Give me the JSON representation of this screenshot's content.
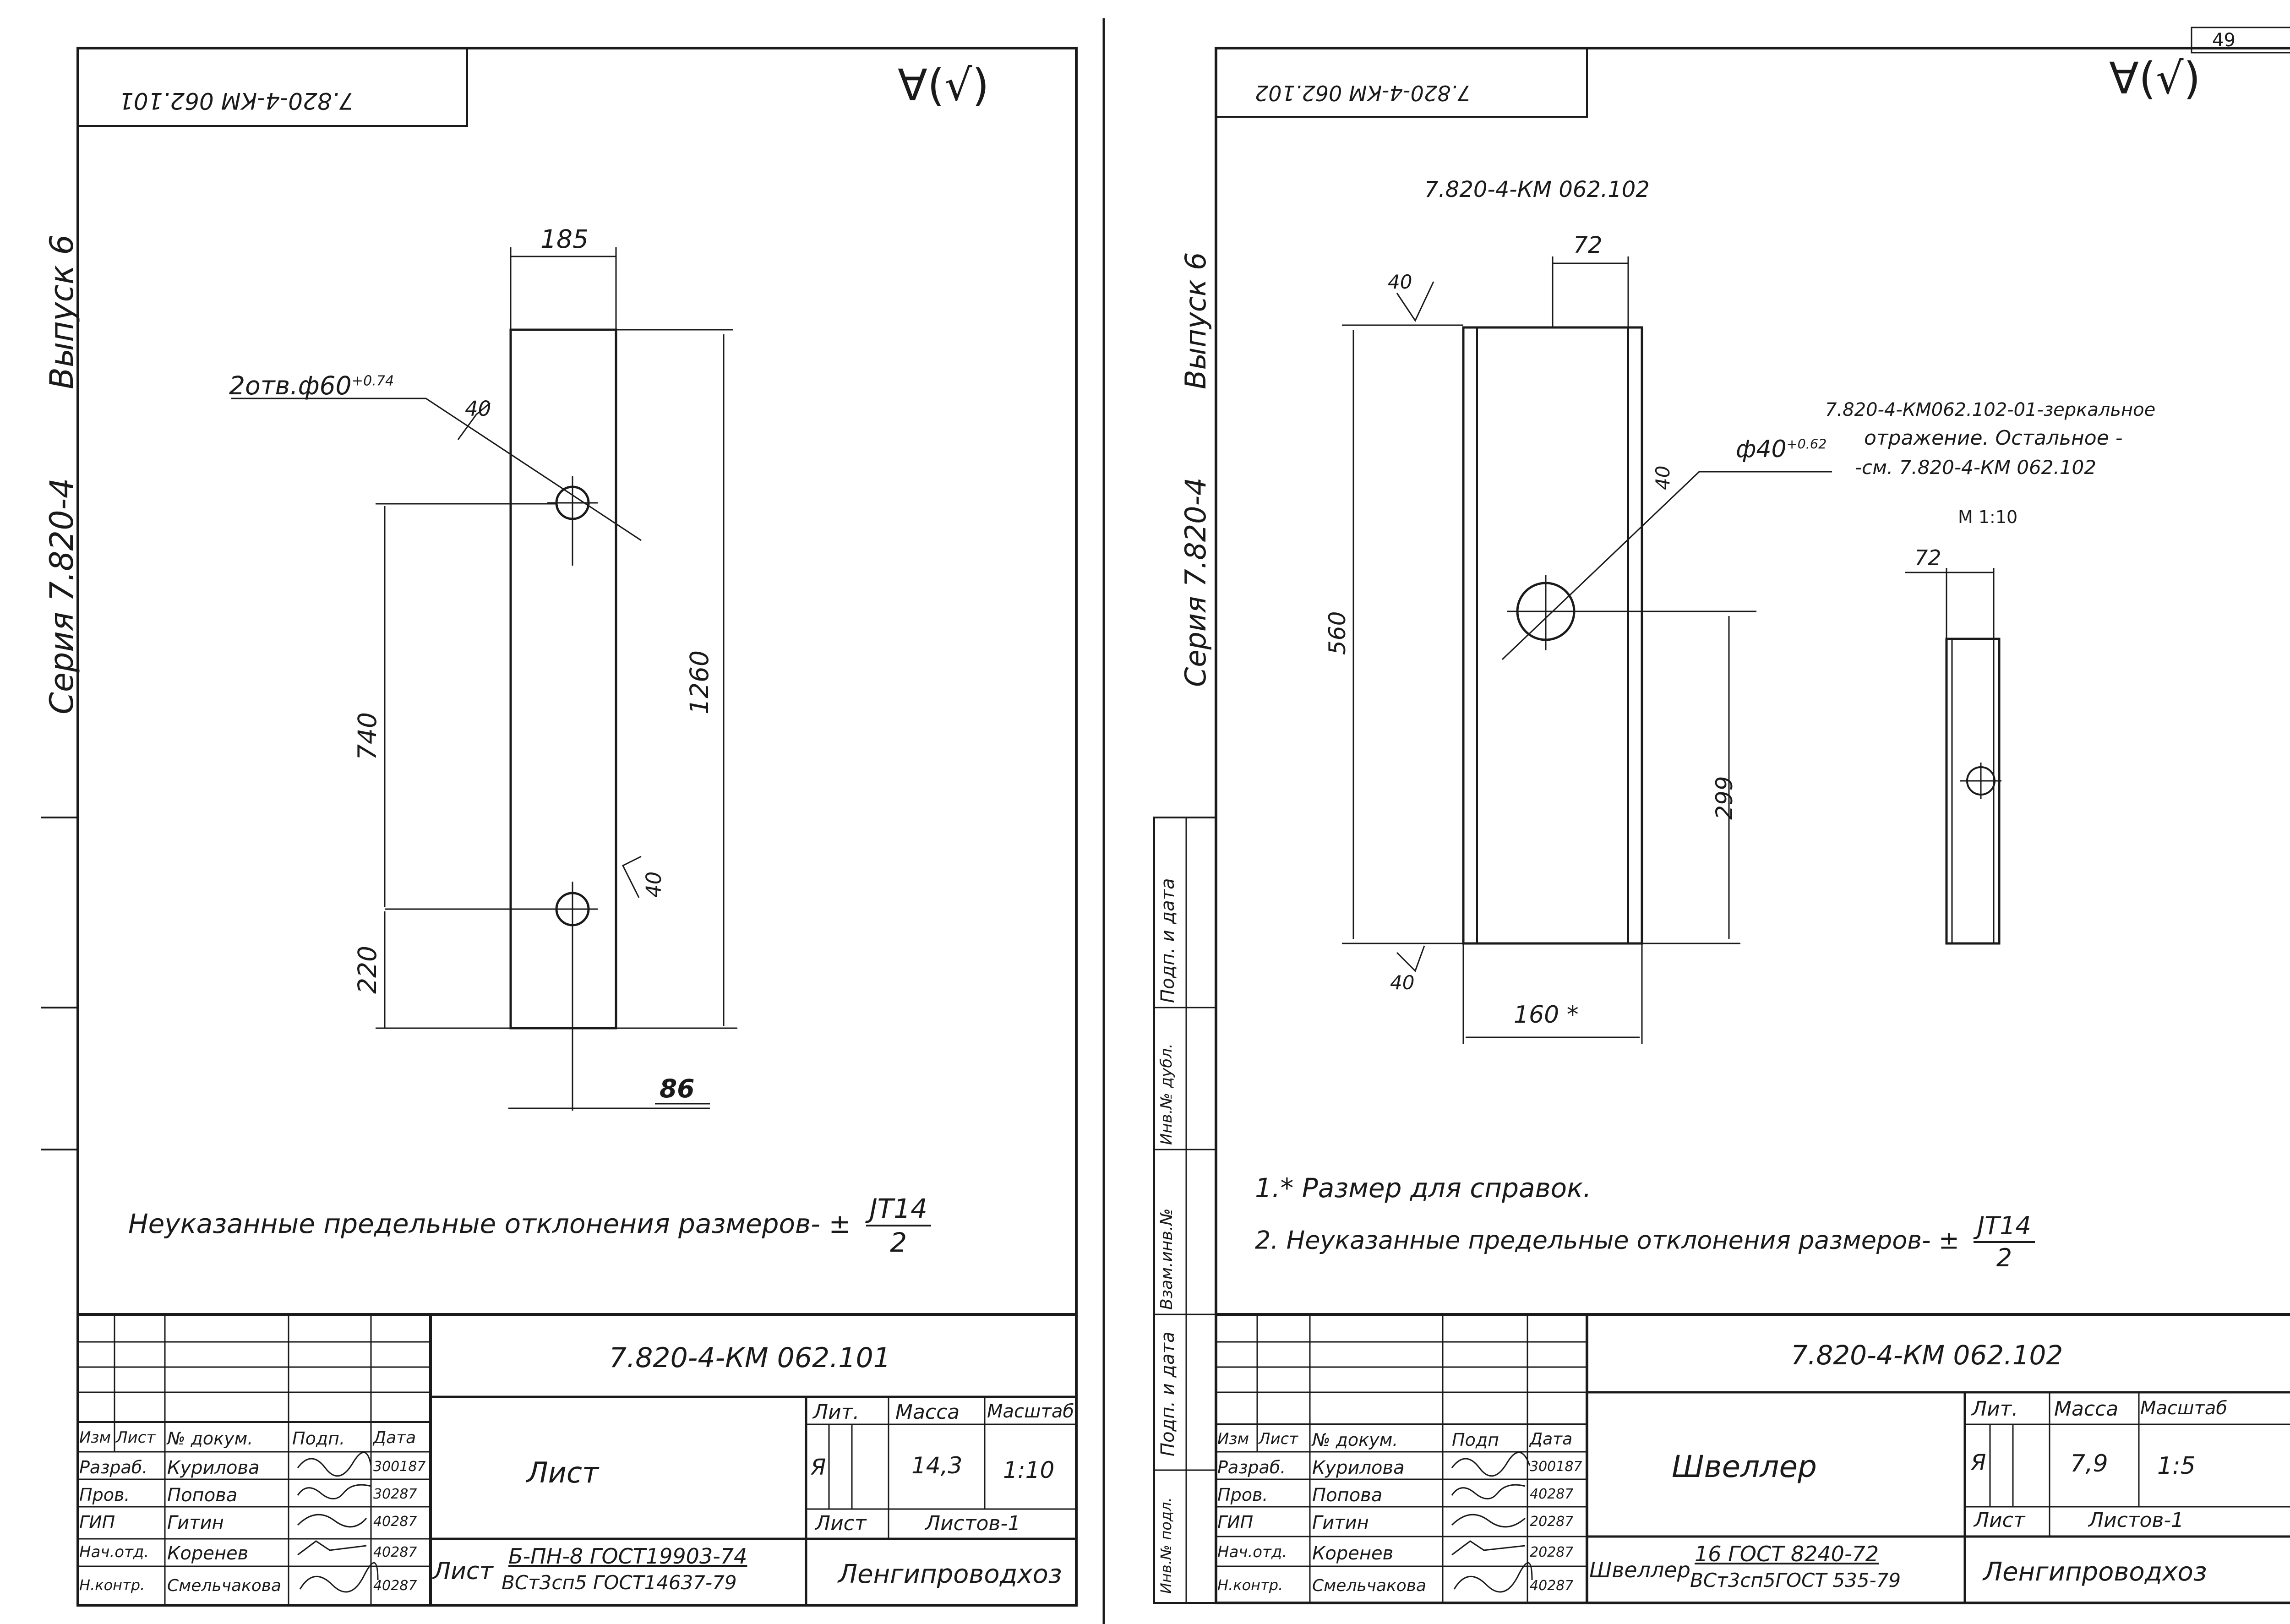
{
  "page_number": "49",
  "sheets": [
    {
      "id": "left",
      "drawing_code": "7.820-4-КМ 062.101",
      "mirrored_code": "7.820-4-КМ 062.101",
      "roughness": "∀(√)",
      "series_label": "Серия  7.820-4",
      "issue_label": "Выпуск 6",
      "dimensions": {
        "width_top": "185",
        "height_total": "1260",
        "hole_pitch": "740",
        "hole_bottom_offset": "220",
        "bottom_offset": "86",
        "roughness_1": "40",
        "roughness_2": "40"
      },
      "hole_callout": "2отв.ф60",
      "hole_tolerance": "+0.74",
      "note_text": "Неуказанные   предельные   отклонения  размеров-",
      "note_pm": "±",
      "note_frac_num": "JT14",
      "note_frac_den": "2",
      "title_block": {
        "code": "7.820-4-КМ 062.101",
        "headers": [
          "Изм",
          "Лист",
          "№ докум.",
          "Подп.",
          "Дата"
        ],
        "rows": [
          {
            "role": "Разраб.",
            "name": "Курилова",
            "date": "300187"
          },
          {
            "role": "Пров.",
            "name": "Попова",
            "date": "30287"
          },
          {
            "role": "ГИП",
            "name": "Гитин",
            "date": "40287"
          },
          {
            "role": "Нач.отд.",
            "name": "Коренев",
            "date": "40287"
          },
          {
            "role": "Н.контр.",
            "name": "Смельчакова",
            "date": "40287"
          }
        ],
        "name": "Лист",
        "lit_label": "Лит.",
        "mass_label": "Масса",
        "scale_label": "Масштаб",
        "lit_value": "Я",
        "mass_value": "14,3",
        "scale_value": "1:10",
        "sheet_label": "Лист",
        "sheets_label": "Листов-1",
        "material_prefix": "Лист",
        "material_line1": "Б-ПН-8 ГОСТ19903-74",
        "material_line2": "ВСт3сп5 ГОСТ14637-79",
        "organization": "Ленгипроводхоз"
      }
    },
    {
      "id": "right",
      "drawing_code": "7.820-4-КМ 062.102",
      "mirrored_code": "7.820-4-КМ 062.102",
      "roughness": "∀(√)",
      "series_label": "Серия  7.820-4",
      "issue_label": "Выпуск 6",
      "side_stamp_labels": [
        "Инв.№ подл.",
        "Подп. и дата",
        "Взам.инв.№",
        "Инв.№ дубл.",
        "Подп. и дата"
      ],
      "header_code": "7.820-4-КМ 062.102",
      "dimensions": {
        "web": "72",
        "height": "560",
        "hole_offset": "299",
        "width": "160 *",
        "roughness_top": "40",
        "roughness_hole": "40",
        "roughness_bottom": "40"
      },
      "hole_callout": "ф40",
      "hole_tolerance": "+0.62",
      "mirror_note_1": "7.820-4-КМ062.102-01-зеркальное",
      "mirror_note_2": "отражение.  Остальное -",
      "mirror_note_3": "-см.   7.820-4-КМ 062.102",
      "detail_scale": "М 1:10",
      "detail_dim": "72",
      "note_1": "1.* Размер  для справок.",
      "note_2": "2. Неуказанные предельные  отклонения  размеров-",
      "note_pm": "±",
      "note_frac_num": "JT14",
      "note_frac_den": "2",
      "title_block": {
        "code": "7.820-4-КМ 062.102",
        "headers": [
          "Изм",
          "Лист",
          "№ докум.",
          "Подп",
          "Дата"
        ],
        "rows": [
          {
            "role": "Разраб.",
            "name": "Курилова",
            "date": "300187"
          },
          {
            "role": "Пров.",
            "name": "Попова",
            "date": "40287"
          },
          {
            "role": "ГИП",
            "name": "Гитин",
            "date": "20287"
          },
          {
            "role": "Нач.отд.",
            "name": "Коренев",
            "date": "20287"
          },
          {
            "role": "Н.контр.",
            "name": "Смельчакова",
            "date": "40287"
          }
        ],
        "name": "Швеллер",
        "lit_label": "Лит.",
        "mass_label": "Масса",
        "scale_label": "Масштаб",
        "lit_value": "Я",
        "mass_value": "7,9",
        "scale_value": "1:5",
        "sheet_label": "Лист",
        "sheets_label": "Листов-1",
        "material_prefix": "Швеллер",
        "material_line1": "16 ГОСТ 8240-72",
        "material_line2": "ВСт3сп5ГОСТ 535-79",
        "organization": "Ленгипроводхоз"
      }
    }
  ]
}
